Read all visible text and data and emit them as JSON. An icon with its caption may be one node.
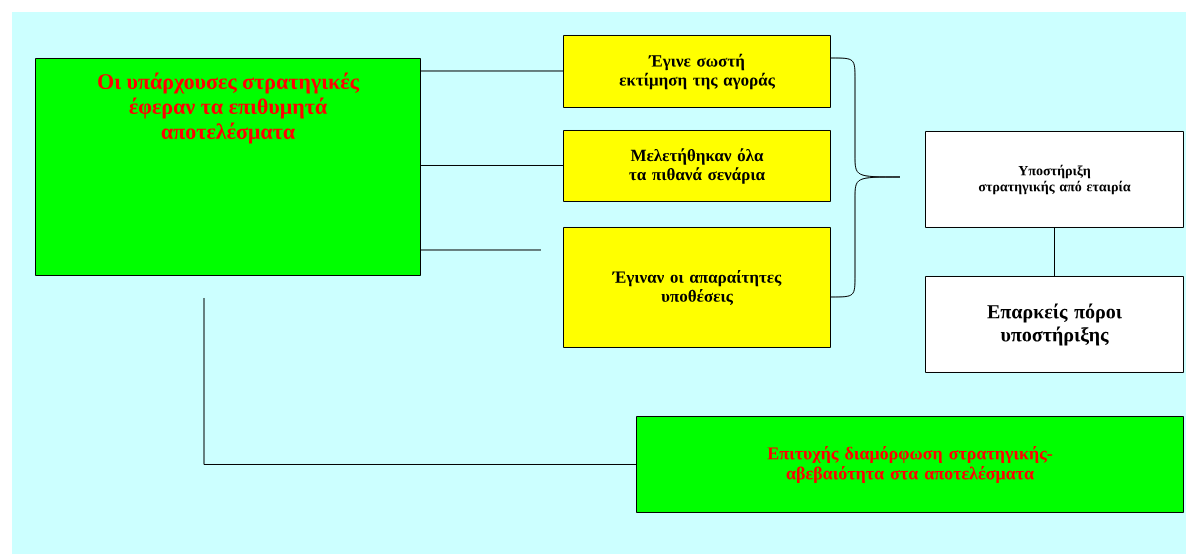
{
  "diagram": {
    "nodes": [
      {
        "text": [
          "Οι υπάρχουσες στρατηγικές έφεραν τα επιθυμητά αποτελέσματα"
        ]
      },
      {
        "text": [
          "Έγινε σωστή εκτίμηση της αγοράς"
        ]
      },
      {
        "text": [
          "Μελετήθηκαν όλα τα πιθανά σενάρια"
        ]
      },
      {
        "text": [
          "Έγιναν οι απαραίτητες υποθέσεις"
        ]
      },
      {
        "text": [
          "Υποστήριξη στρατηγικής από εταιρία"
        ]
      },
      {
        "text": [
          "Επαρκείς πόροι υποστήριξης"
        ]
      },
      {
        "text": [
          "Επιτυχής διαμόρφωση στρατηγικής- αβεβαιότητα στα αποτελέσματα"
        ]
      }
    ],
    "edges": [
      {
        "from": 0,
        "to": 1,
        "arrow": "none"
      },
      {
        "from": 0,
        "to": 2,
        "arrow": "none"
      },
      {
        "from": 0,
        "to": 3,
        "arrow": "none"
      },
      {
        "from": 1,
        "to": 4,
        "arrow": "none"
      },
      {
        "from": 3,
        "to": 4,
        "arrow": "none"
      },
      {
        "from": 4,
        "to": 5,
        "arrow": "none"
      },
      {
        "from": 0,
        "to": 6,
        "arrow": "none"
      }
    ]
  }
}
